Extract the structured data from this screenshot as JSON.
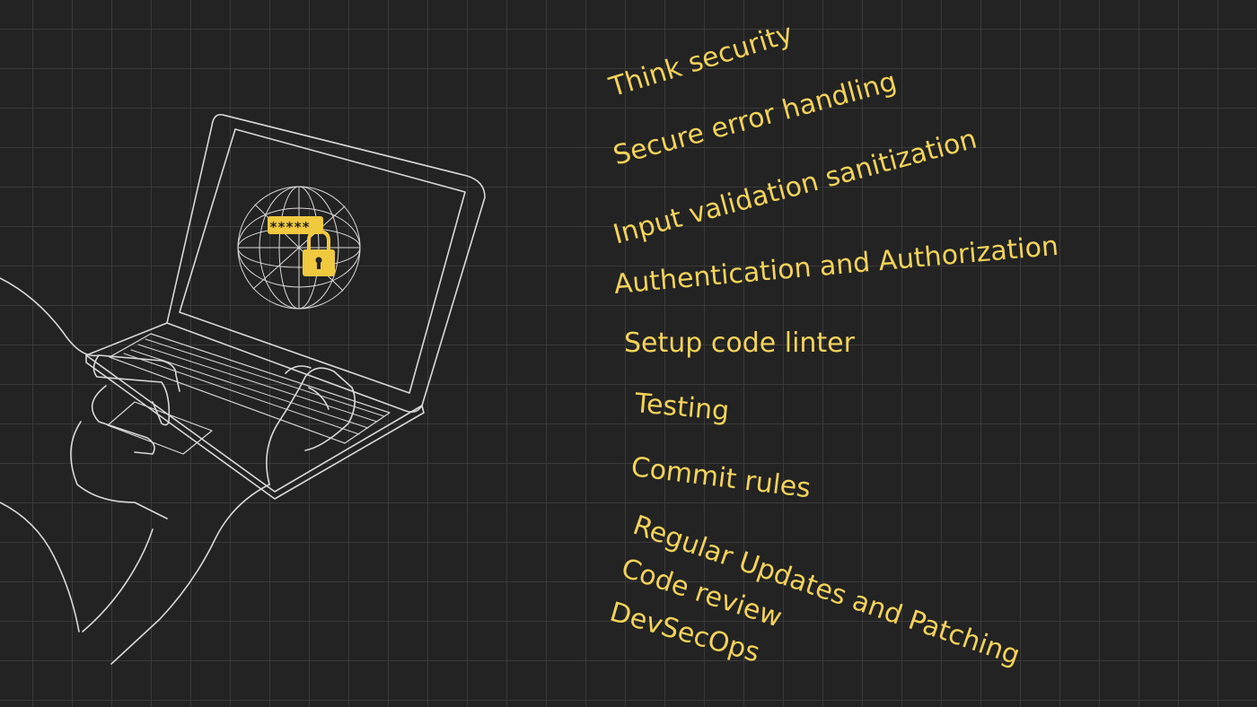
{
  "colors": {
    "background": "#232323",
    "grid": "#3a3a3a",
    "line_art": "#d9d9d9",
    "accent": "#f3d35a",
    "lock_body": "#f0c93e"
  },
  "illustration": {
    "icons": [
      "laptop-icon",
      "hands-icon",
      "globe-icon",
      "password-field-icon",
      "padlock-icon"
    ],
    "password_mask": "*****"
  },
  "tips": [
    "Think security",
    "Secure error handling",
    "Input validation sanitization",
    "Authentication and Authorization",
    "Setup code linter",
    "Testing",
    "Commit rules",
    "Regular Updates and Patching",
    "Code review",
    "DevSecOps"
  ]
}
